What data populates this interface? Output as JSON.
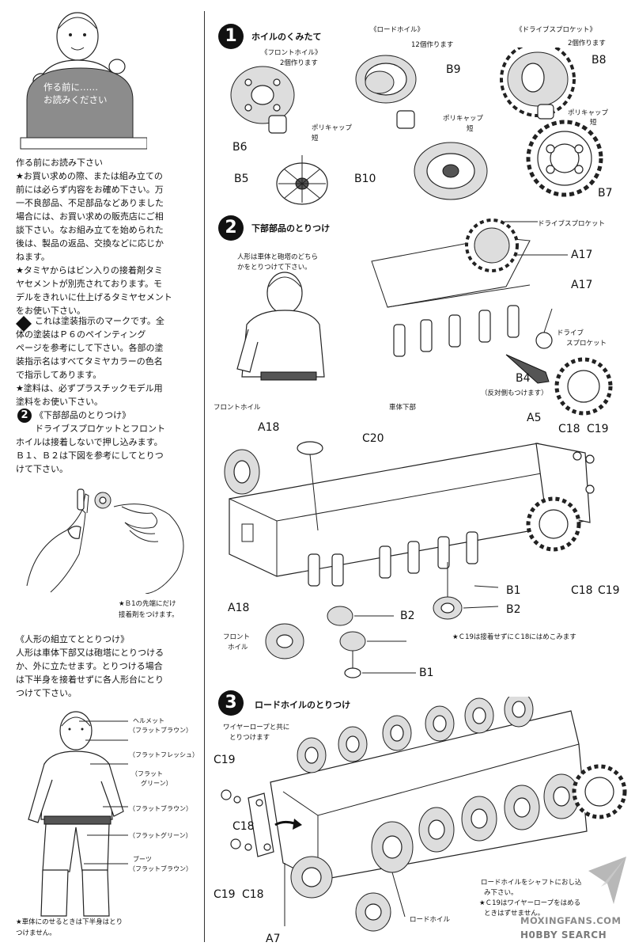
{
  "intro": {
    "board_line1": "作る前に……",
    "board_line2": "お読みください",
    "heading": "作る前にお読み下さい",
    "lines": [
      "★お買い求めの際、または組み立ての",
      "前には必らず内容をお確め下さい。万",
      "一不良部品、不足部品などありました",
      "場合には、お買い求めの販売店にご相",
      "談下さい。なお組み立てを始められた",
      "後は、製品の返品、交換などに応じか",
      "ねます。",
      "★タミヤからはビン入りの接着剤タミ",
      "ヤセメントが別売されております。モ",
      "デルをきれいに仕上げるタミヤセメント",
      "をお使い下さい。"
    ],
    "paint_lines": [
      "これは塗装指示のマークです。全",
      "体の塗装はＰ６のペインティング",
      "ページを参考にして下さい。各部の塗",
      "装指示名はすべてタミヤカラーの色名",
      "で指示してあります。",
      "★塗料は、必ずプラスチックモデル用",
      "塗料をお使い下さい。"
    ]
  },
  "left_step2": {
    "num": "2",
    "title": "《下部部品のとりつけ》",
    "lines": [
      "ドライブスプロケットとフロント",
      "ホイルは接着しないで押し込みます。",
      "Ｂ１、Ｂ２は下図を参考にしてとりつ",
      "けて下さい。"
    ],
    "caption1": "★Ｂ1の先端にだけ",
    "caption2": "接着剤をつけます。"
  },
  "figure_section": {
    "title": "《人形の組立てととりつけ》",
    "lines": [
      "人形は車体下部又は砲塔にとりつける",
      "か、外に立たせます。とりつける場合",
      "は下半身を接着せずに各人形台にとり",
      "つけて下さい。"
    ],
    "paint_labels": [
      "ヘルメット",
      "（フラットブラウン）",
      "（フラットフレッシュ）",
      "（フラット",
      "グリーン）",
      "（フラットブラウン）",
      "（フラットグリーン）",
      "ブーツ",
      "（フラットブラウン）"
    ],
    "note1": "★車体にのせるときは下半身はとり",
    "note2": "つけません。"
  },
  "step1": {
    "num": "1",
    "title": "ホイルのくみたて",
    "front_wheel": "《フロントホイル》",
    "front_qty": "2個作ります",
    "road_wheel": "《ロードホイル》",
    "road_qty": "12個作ります",
    "sprocket": "《ドライブスプロケット》",
    "sprocket_qty": "2個作ります",
    "polycap": "ポリキャップ",
    "short": "短",
    "parts": [
      "B6",
      "B5",
      "B9",
      "B10",
      "B8",
      "B7"
    ]
  },
  "step2": {
    "num": "2",
    "title": "下部部品のとりつけ",
    "figure_note1": "人形は車体と砲塔のどちら",
    "figure_note2": "かをとりつけて下さい。",
    "drive_sprocket": "ドライブスプロケット",
    "drive1": "ドライブ",
    "drive2": "スプロケット",
    "opposite": "（反対側もつけます）",
    "hull_lower": "車体下部",
    "front_wheel": "フロントホイル",
    "front1": "フロント",
    "front2": "ホイル",
    "note_c19": "★Ｃ19は接着せずにＣ18にはめこみます",
    "parts": [
      "A17",
      "A17",
      "B4",
      "A5",
      "C18",
      "C19",
      "A18",
      "C20",
      "A18",
      "B1",
      "B2",
      "B2",
      "B1",
      "C18",
      "C19"
    ]
  },
  "step3": {
    "num": "3",
    "title": "ロードホイルのとりつけ",
    "wire1": "ワイヤーロープと共に",
    "wire2": "とりつけます",
    "road_wheel": "ロードホイル",
    "parts": [
      "C19",
      "C18",
      "C19",
      "C18",
      "A7"
    ],
    "note1": "ロードホイルをシャフトにおし込",
    "note2": "み下さい。",
    "note3": "★Ｃ19はワイヤーロープをはめる",
    "note4": "ときはずせません。"
  },
  "watermark": {
    "line1": "MOXINGFANS.COM",
    "line2": "H0BBY SEARCH"
  }
}
